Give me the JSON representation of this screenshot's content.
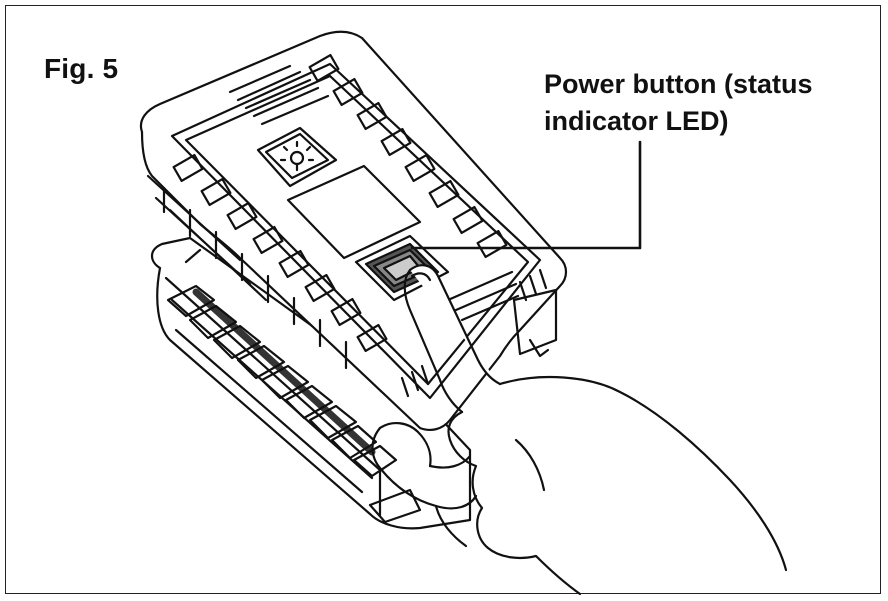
{
  "figure": {
    "label": "Fig. 5"
  },
  "callout": {
    "line1": "Power button (status",
    "line2": "indicator LED)"
  },
  "icons": {
    "device_button": "light-bulb-icon",
    "power_button": "power-button-icon"
  },
  "colors": {
    "line": "#111111",
    "background": "#ffffff"
  }
}
